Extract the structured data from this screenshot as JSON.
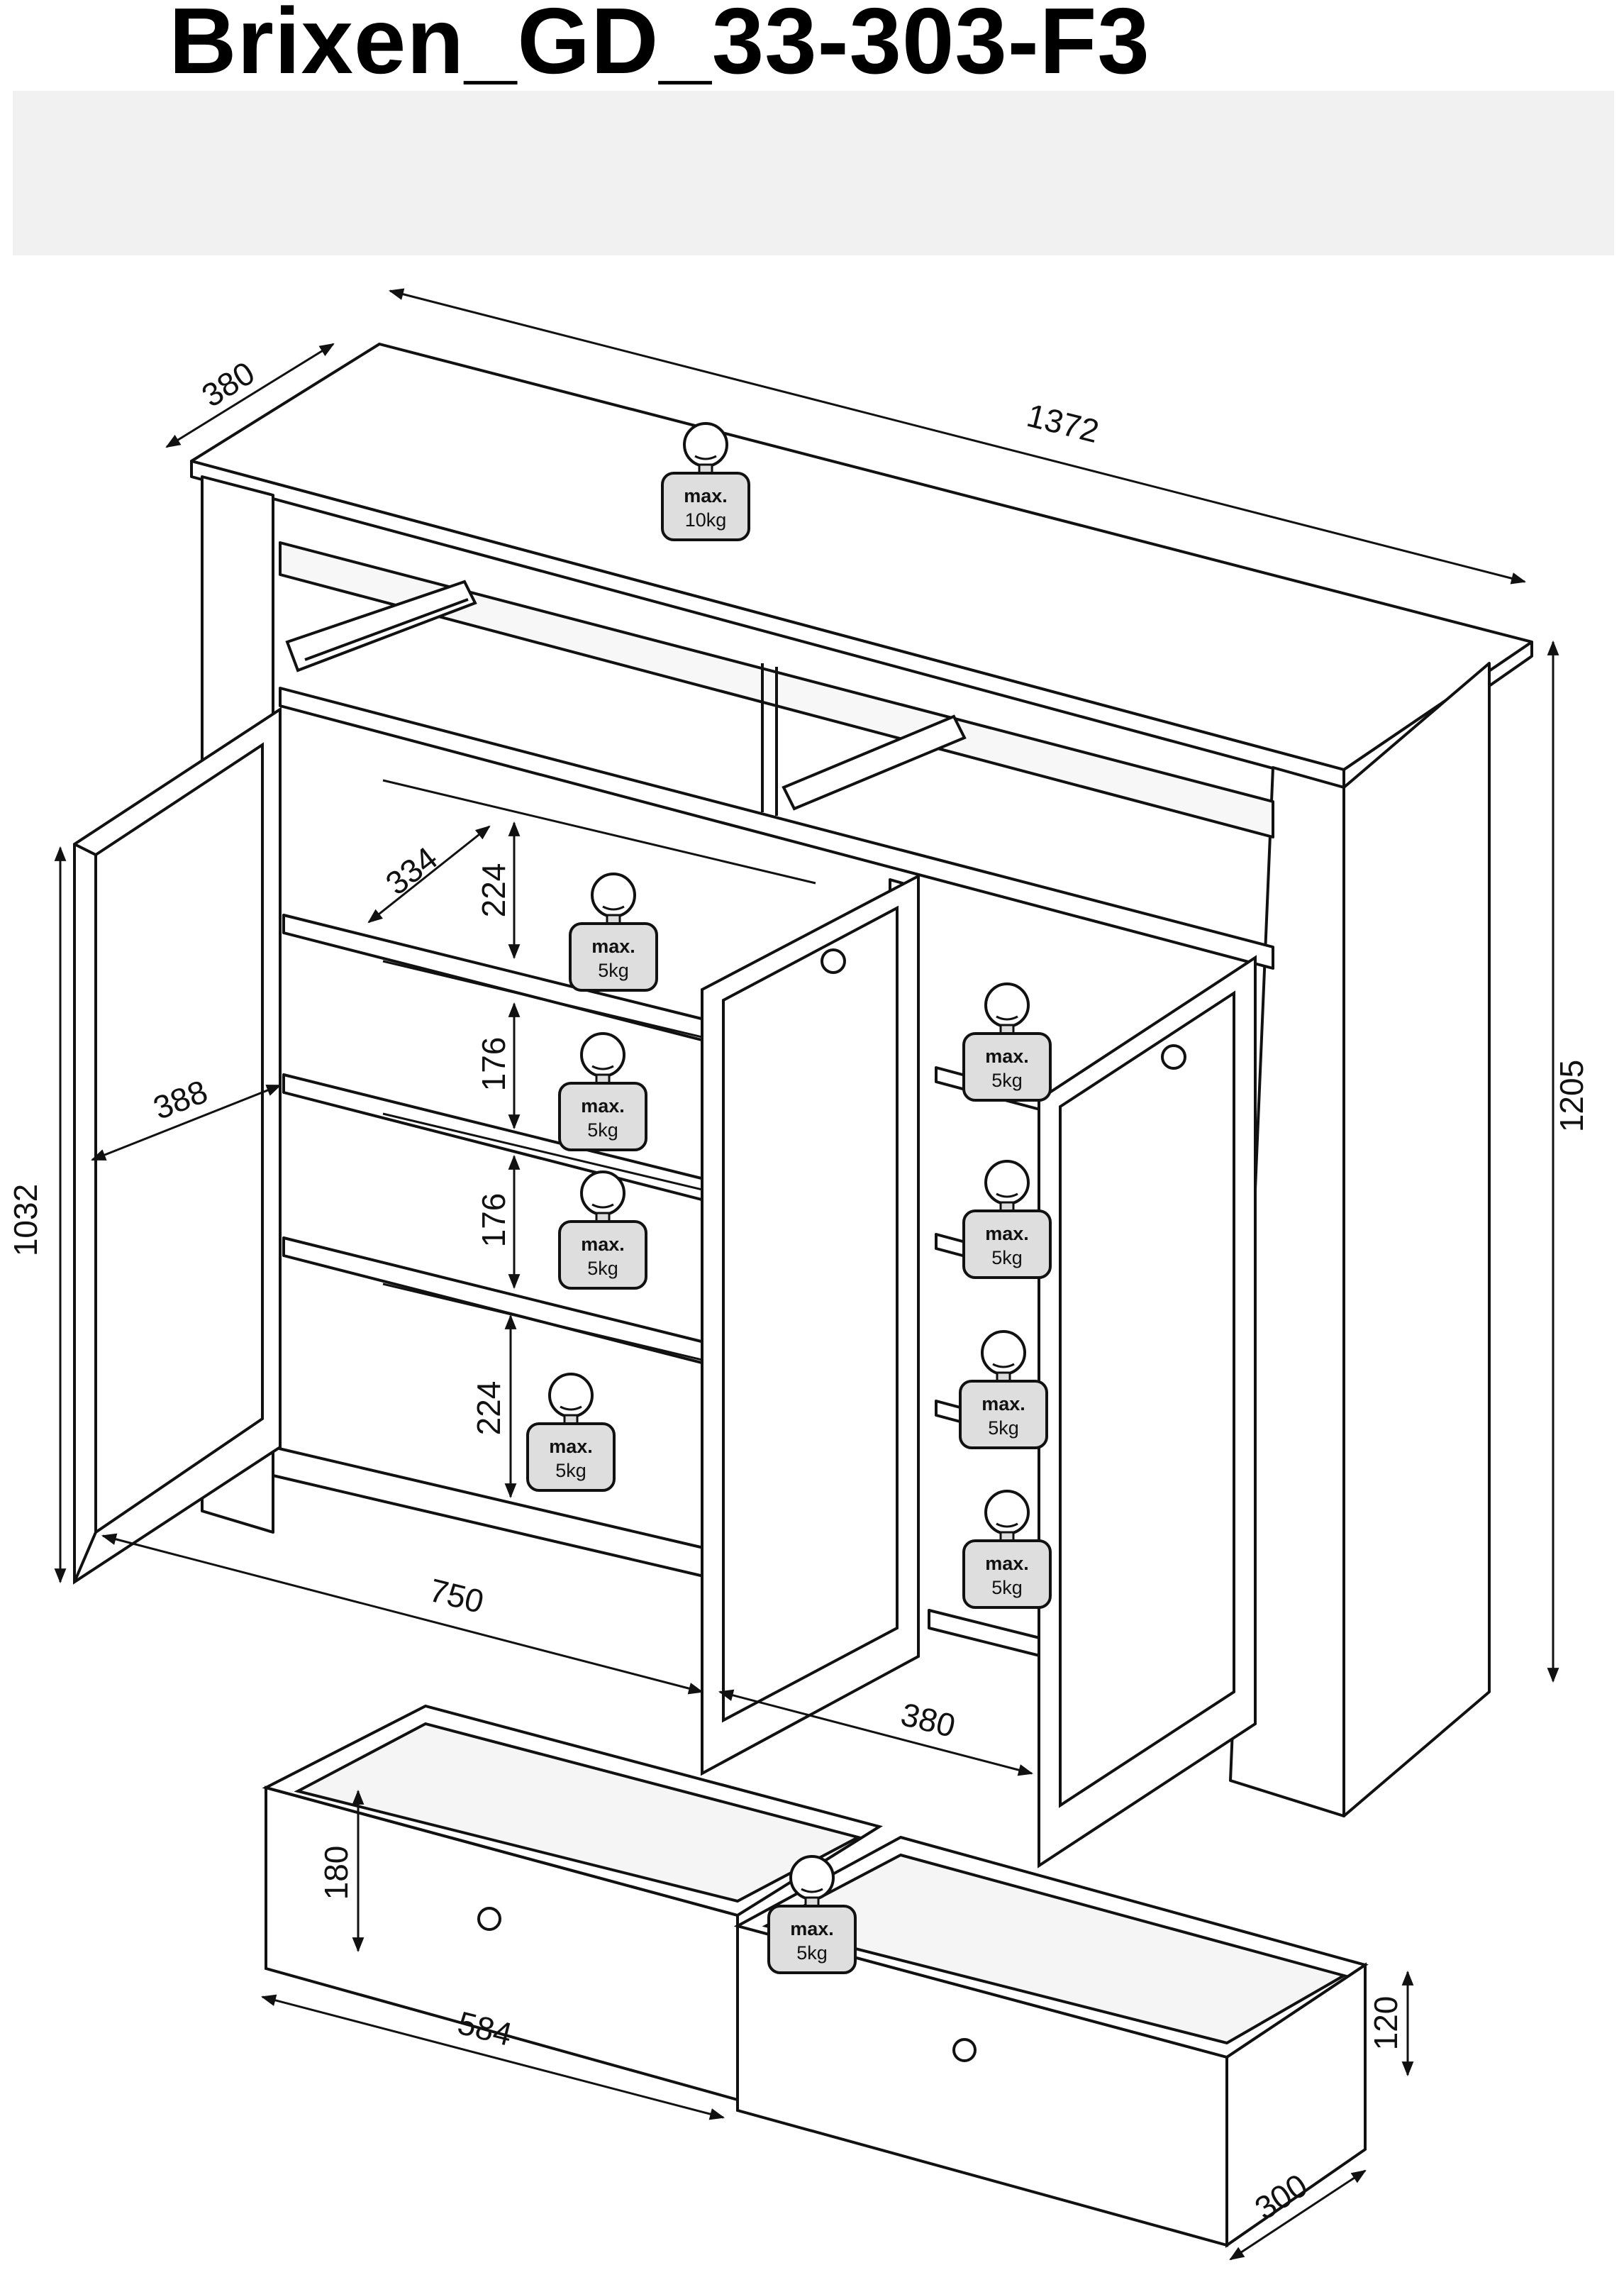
{
  "title": "Brixen_GD_33-303-F3",
  "dimensions": {
    "top_depth": "380",
    "total_width": "1372",
    "total_height": "1205",
    "door_height": "1032",
    "door_width": "388",
    "shelf_depth": "334",
    "shelf_gap_top": "224",
    "shelf_gap_2": "176",
    "shelf_gap_3": "176",
    "shelf_gap_bottom": "224",
    "inner_width": "750",
    "right_door_width": "380",
    "drawer_height": "180",
    "drawer_width": "584",
    "drawer_inner_height": "120",
    "drawer_depth": "300"
  },
  "load_limits": {
    "max_label": "max.",
    "top": "10kg",
    "shelf_1": "5kg",
    "shelf_2": "5kg",
    "shelf_3": "5kg",
    "shelf_4": "5kg",
    "right_shelf_1": "5kg",
    "right_shelf_2": "5kg",
    "right_shelf_3": "5kg",
    "right_shelf_4": "5kg",
    "drawer": "5kg"
  }
}
